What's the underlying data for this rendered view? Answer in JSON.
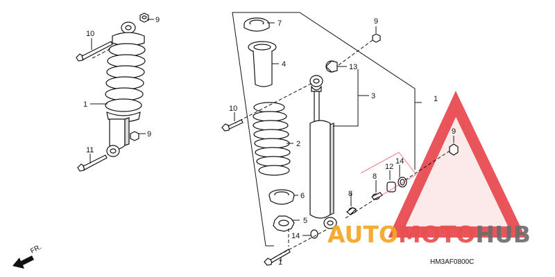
{
  "callouts": {
    "c1a": "1",
    "c1b": "1",
    "c1c": "1",
    "c2": "2",
    "c3": "3",
    "c4": "4",
    "c5": "5",
    "c6": "6",
    "c7": "7",
    "c8a": "8",
    "c8b": "8",
    "c9a": "9",
    "c9b": "9",
    "c9c": "9",
    "c9d": "9",
    "c10a": "10",
    "c10b": "10",
    "c11": "11",
    "c12": "12",
    "c13": "13",
    "c14a": "14",
    "c14b": "14"
  },
  "front_label": "FR.",
  "diagram_code": "HM3AF0800C",
  "watermark": {
    "part1": "AUTO",
    "part2": "MOTO",
    "part3": "HUB",
    "color1": "#f5a623",
    "color2": "#e94f4f",
    "color3": "#6d6d6d",
    "triangle_color": "#e8434a"
  }
}
